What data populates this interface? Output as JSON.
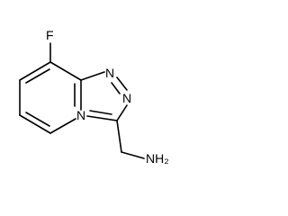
{
  "molecule": {
    "atoms": {
      "fluorine": "F",
      "nitrogen_top": "N",
      "nitrogen_right": "N",
      "nitrogen_bridge": "N",
      "amine": "NH₂"
    }
  },
  "colors": {
    "bond": "#000000",
    "label": "#000000",
    "background": "#ffffff"
  }
}
